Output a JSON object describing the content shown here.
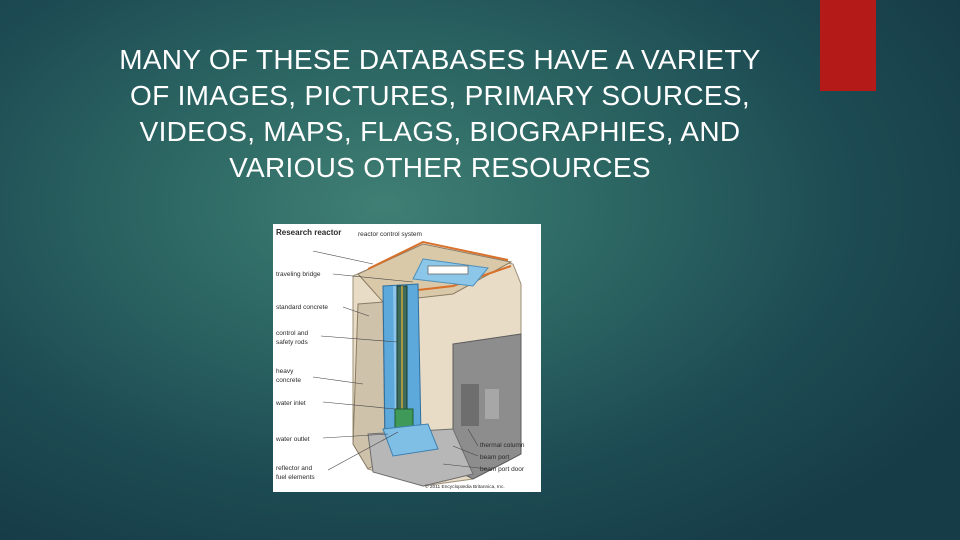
{
  "slide": {
    "title_lines": [
      "MANY OF THESE DATABASES HAVE A VARIETY",
      "OF IMAGES, PICTURES, PRIMARY SOURCES,",
      "VIDEOS, MAPS, FLAGS, BIOGRAPHIES, AND",
      "VARIOUS OTHER RESOURCES"
    ],
    "accent_color": "#b31a18",
    "background_color": "#2c6663"
  },
  "figure": {
    "title": "Research reactor",
    "labels": {
      "reactor_control_system": "reactor control system",
      "traveling_bridge": "traveling bridge",
      "standard_concrete": "standard concrete",
      "control_rods_1": "control and",
      "control_rods_2": "safety rods",
      "heavy_concrete_1": "heavy",
      "heavy_concrete_2": "concrete",
      "water_inlet": "water inlet",
      "water_outlet": "water outlet",
      "reflector_1": "reflector and",
      "reflector_2": "fuel elements",
      "thermal_column": "thermal column",
      "beam_port": "beam port",
      "beam_port_door": "beam port door",
      "copyright": "© 2011 Encyclopædia Britannica, Inc."
    }
  }
}
